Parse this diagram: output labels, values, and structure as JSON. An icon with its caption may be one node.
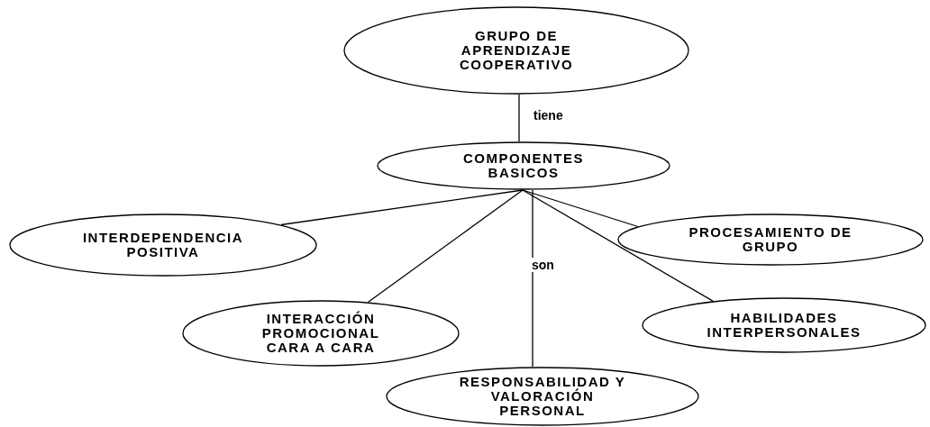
{
  "diagram": {
    "nodes": [
      {
        "text": [
          "GRUPO DE APRENDIZAJE COOPERATIVO"
        ]
      },
      {
        "text": [
          "COMPONENTES BASICOS"
        ]
      },
      {
        "text": [
          "INTERDEPENDENCIA POSITIVA"
        ]
      },
      {
        "text": [
          "PROCESAMIENTO DE GRUPO"
        ]
      },
      {
        "text": [
          "INTERACCIÓN PROMOCIONAL CARA A CARA"
        ]
      },
      {
        "text": [
          "HABILIDADES INTERPERSONALES"
        ]
      },
      {
        "text": [
          "RESPONSABILIDAD Y VALORACIÓN PERSONAL"
        ]
      }
    ],
    "edges": [
      {
        "from": 0,
        "to": 1,
        "arrow": "none",
        "label": "tiene"
      },
      {
        "from": 1,
        "to": 2,
        "arrow": "none"
      },
      {
        "from": 1,
        "to": 3,
        "arrow": "none"
      },
      {
        "from": 1,
        "to": 4,
        "arrow": "none"
      },
      {
        "from": 1,
        "to": 5,
        "arrow": "none"
      },
      {
        "from": 1,
        "to": 6,
        "arrow": "none",
        "label": "son"
      }
    ]
  }
}
